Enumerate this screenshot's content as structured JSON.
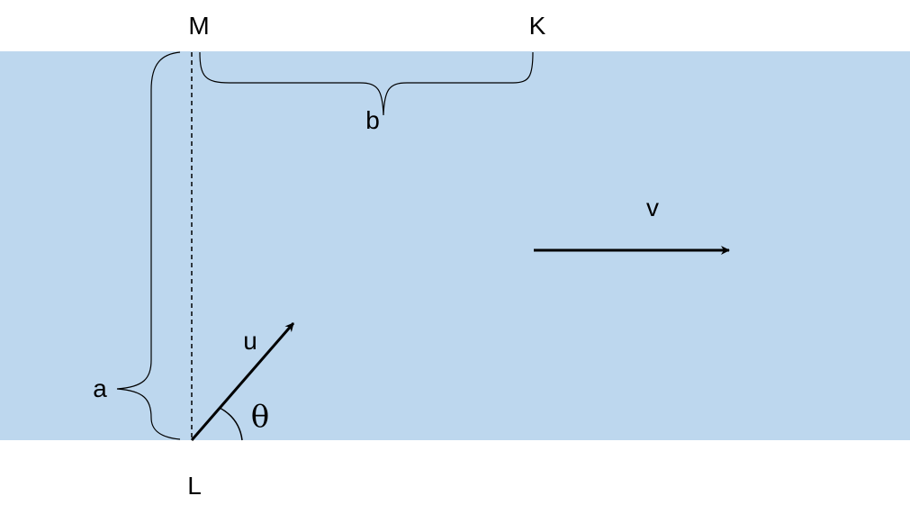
{
  "colors": {
    "river": "#bdd7ee",
    "ink": "#000000",
    "background": "#ffffff"
  },
  "labels": {
    "M": "M",
    "K": "K",
    "L": "L",
    "a": "a",
    "b": "b",
    "v": "v",
    "u": "u",
    "theta": "θ"
  }
}
